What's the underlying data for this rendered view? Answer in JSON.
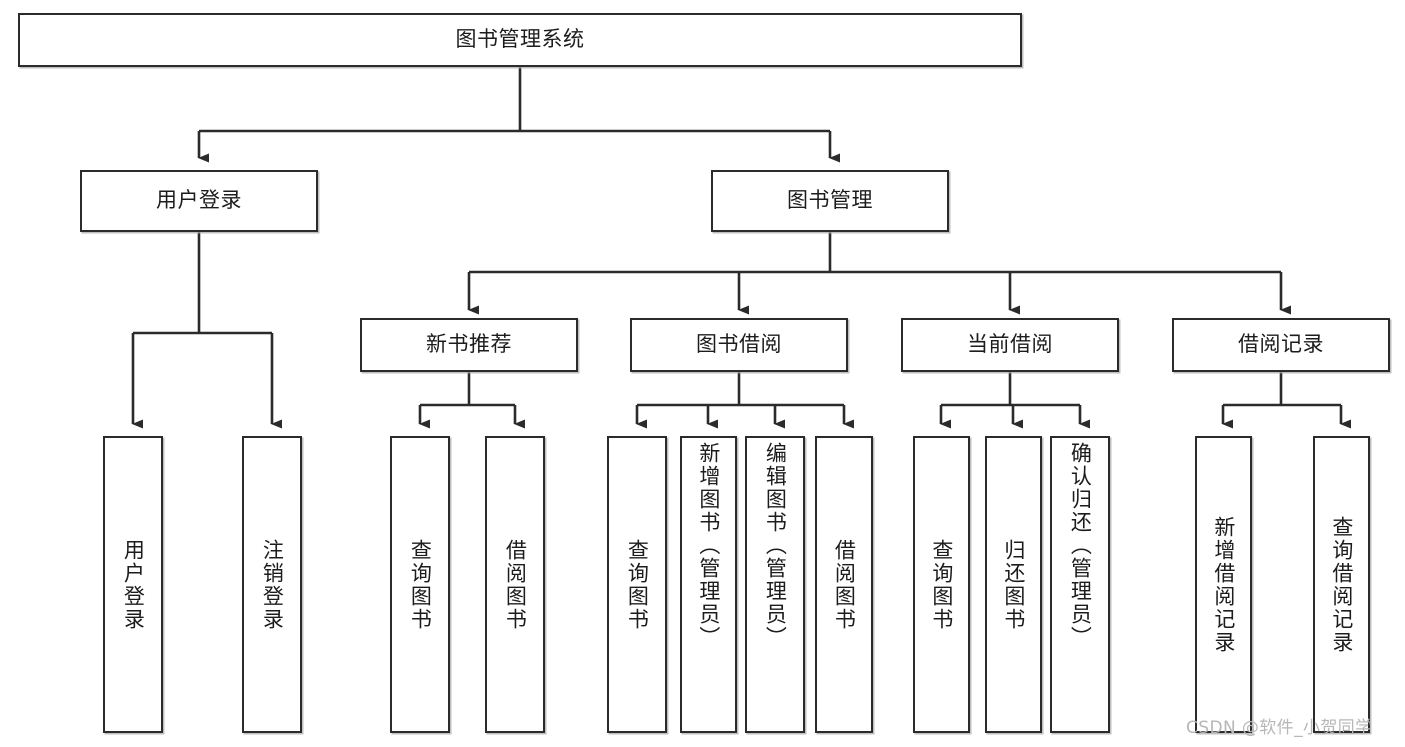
{
  "diagram": {
    "title": "图书管理系统",
    "watermark": "CSDN @软件_小贺同学",
    "line_color": "#2b2b2b",
    "box_border_color": "#2b2b2b",
    "box_fill_color": "#ffffff",
    "text_color": "#1c1c1c",
    "watermark_color": "#b7b7b7",
    "root": {
      "label": "图书管理系统"
    },
    "level2": [
      {
        "label": "用户登录"
      },
      {
        "label": "图书管理"
      }
    ],
    "level3": [
      {
        "label": "新书推荐"
      },
      {
        "label": "图书借阅"
      },
      {
        "label": "当前借阅"
      },
      {
        "label": "借阅记录"
      }
    ],
    "leaves": {
      "user_login": [
        {
          "label": "用户登录"
        },
        {
          "label": "注销登录"
        }
      ],
      "new_book_recommend": [
        {
          "label": "查询图书"
        },
        {
          "label": "借阅图书"
        }
      ],
      "book_borrow": [
        {
          "label": "查询图书"
        },
        {
          "label": "新增图书（管理员）"
        },
        {
          "label": "编辑图书（管理员）"
        },
        {
          "label": "借阅图书"
        }
      ],
      "current_borrow": [
        {
          "label": "查询图书"
        },
        {
          "label": "归还图书"
        },
        {
          "label": "确认归还（管理员）"
        }
      ],
      "borrow_record": [
        {
          "label": "新增借阅记录"
        },
        {
          "label": "查询借阅记录"
        }
      ]
    }
  }
}
